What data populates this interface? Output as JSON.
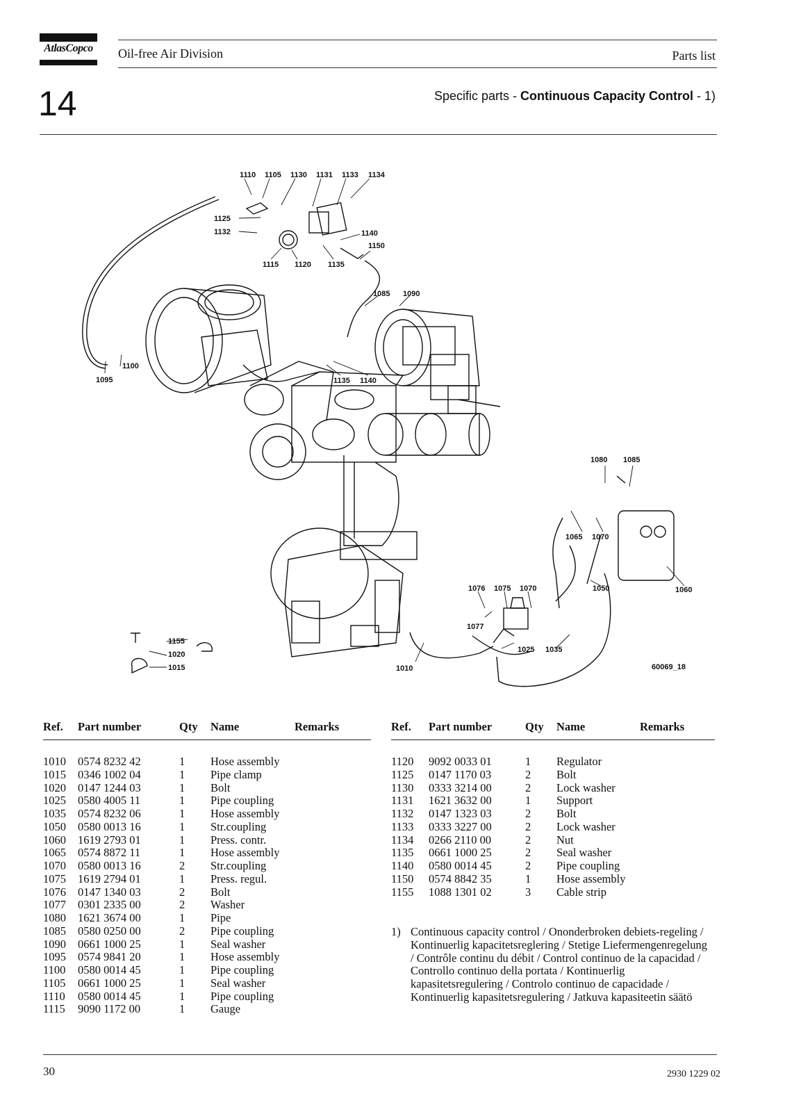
{
  "header": {
    "brand": "AtlasCopco",
    "division": "Oil-free Air Division",
    "doc_type": "Parts list",
    "section_number": "14",
    "section_title_prefix": "Specific parts - ",
    "section_title_bold": "Continuous Capacity Control",
    "section_title_suffix": " - 1)"
  },
  "diagram": {
    "figure_id": "60069_18",
    "callouts": [
      "1110",
      "1105",
      "1130",
      "1131",
      "1133",
      "1134",
      "1125",
      "1132",
      "1140",
      "1150",
      "1115",
      "1120",
      "1135",
      "1085",
      "1090",
      "1100",
      "1095",
      "1135",
      "1140",
      "1080",
      "1085",
      "1065",
      "1070",
      "1050",
      "1060",
      "1076",
      "1075",
      "1070",
      "1077",
      "1025",
      "1035",
      "1010",
      "1155",
      "1020",
      "1015"
    ]
  },
  "table_headers": {
    "ref": "Ref.",
    "part_number": "Part number",
    "qty": "Qty",
    "name": "Name",
    "remarks": "Remarks"
  },
  "parts_left": [
    {
      "ref": "1010",
      "part": "0574 8232 42",
      "qty": "1",
      "name": "Hose assembly"
    },
    {
      "ref": "1015",
      "part": "0346 1002 04",
      "qty": "1",
      "name": "Pipe clamp"
    },
    {
      "ref": "1020",
      "part": "0147 1244 03",
      "qty": "1",
      "name": "Bolt"
    },
    {
      "ref": "1025",
      "part": "0580 4005 11",
      "qty": "1",
      "name": "Pipe coupling"
    },
    {
      "ref": "1035",
      "part": "0574 8232 06",
      "qty": "1",
      "name": "Hose assembly"
    },
    {
      "ref": "1050",
      "part": "0580 0013 16",
      "qty": "1",
      "name": "Str.coupling"
    },
    {
      "ref": "1060",
      "part": "1619 2793 01",
      "qty": "1",
      "name": "Press. contr."
    },
    {
      "ref": "1065",
      "part": "0574 8872 11",
      "qty": "1",
      "name": "Hose assembly"
    },
    {
      "ref": "1070",
      "part": "0580 0013 16",
      "qty": "2",
      "name": "Str.coupling"
    },
    {
      "ref": "1075",
      "part": "1619 2794 01",
      "qty": "1",
      "name": "Press. regul."
    },
    {
      "ref": "1076",
      "part": "0147 1340 03",
      "qty": "2",
      "name": "Bolt"
    },
    {
      "ref": "1077",
      "part": "0301 2335 00",
      "qty": "2",
      "name": "Washer"
    },
    {
      "ref": "1080",
      "part": "1621 3674 00",
      "qty": "1",
      "name": "Pipe"
    },
    {
      "ref": "1085",
      "part": "0580 0250 00",
      "qty": "2",
      "name": "Pipe coupling"
    },
    {
      "ref": "1090",
      "part": "0661 1000 25",
      "qty": "1",
      "name": "Seal washer"
    },
    {
      "ref": "1095",
      "part": "0574 9841 20",
      "qty": "1",
      "name": "Hose assembly"
    },
    {
      "ref": "1100",
      "part": "0580 0014 45",
      "qty": "1",
      "name": "Pipe coupling"
    },
    {
      "ref": "1105",
      "part": "0661 1000 25",
      "qty": "1",
      "name": "Seal washer"
    },
    {
      "ref": "1110",
      "part": "0580 0014 45",
      "qty": "1",
      "name": "Pipe coupling"
    },
    {
      "ref": "1115",
      "part": "9090 1172 00",
      "qty": "1",
      "name": "Gauge"
    }
  ],
  "parts_right": [
    {
      "ref": "1120",
      "part": "9092 0033 01",
      "qty": "1",
      "name": "Regulator"
    },
    {
      "ref": "1125",
      "part": "0147 1170 03",
      "qty": "2",
      "name": "Bolt"
    },
    {
      "ref": "1130",
      "part": "0333 3214 00",
      "qty": "2",
      "name": "Lock washer"
    },
    {
      "ref": "1131",
      "part": "1621 3632 00",
      "qty": "1",
      "name": "Support"
    },
    {
      "ref": "1132",
      "part": "0147 1323 03",
      "qty": "2",
      "name": "Bolt"
    },
    {
      "ref": "1133",
      "part": "0333 3227 00",
      "qty": "2",
      "name": "Lock washer"
    },
    {
      "ref": "1134",
      "part": "0266 2110 00",
      "qty": "2",
      "name": "Nut"
    },
    {
      "ref": "1135",
      "part": "0661 1000 25",
      "qty": "2",
      "name": "Seal washer"
    },
    {
      "ref": "1140",
      "part": "0580 0014 45",
      "qty": "2",
      "name": "Pipe coupling"
    },
    {
      "ref": "1150",
      "part": "0574 8842 35",
      "qty": "1",
      "name": "Hose assembly"
    },
    {
      "ref": "1155",
      "part": "1088 1301 02",
      "qty": "3",
      "name": "Cable strip"
    }
  ],
  "footnote": {
    "mark": "1)",
    "text": "Continuous capacity control / Ononderbroken debiets-regeling / Kontinuerlig kapacitetsreglering / Stetige Liefermengenregelung / Contrôle continu du débit / Control continuo de la capacidad / Controllo continuo della portata / Kontinuerlig kapasitetsregulering / Controlo continuo de capacidade / Kontinuerlig kapasitetsregulering / Jatkuva kapasiteetin säätö"
  },
  "footer": {
    "page_number": "30",
    "doc_number": "2930 1229 02"
  }
}
